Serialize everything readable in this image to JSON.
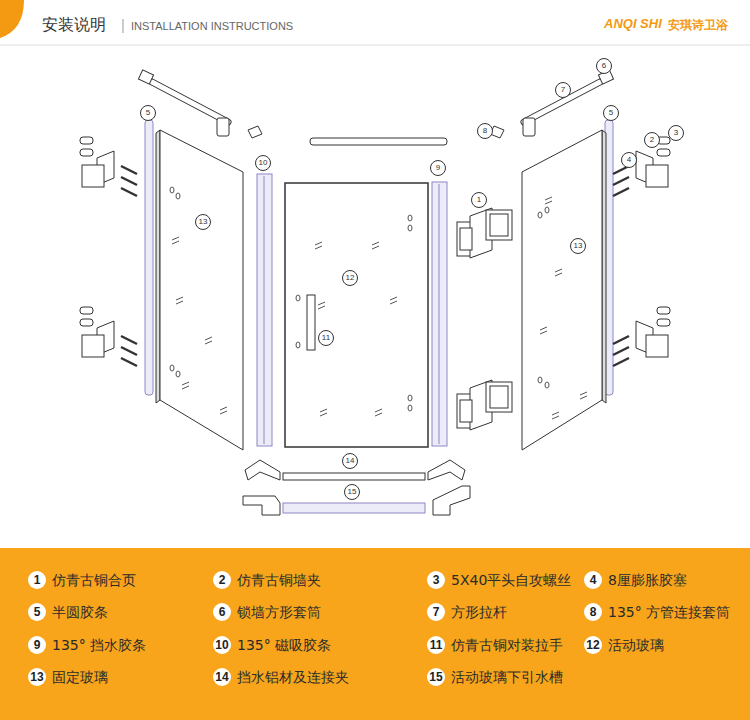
{
  "diagram": {
    "title": "安装说明",
    "labels": [
      "INSTALLATION INSTRUCTIONS",
      "ANQI SHI",
      "安琪诗卫浴",
      "6",
      "7",
      "5",
      "5",
      "8",
      "3",
      "2",
      "10",
      "9",
      "4",
      "1",
      "13",
      "13",
      "12",
      "11",
      "14",
      "15",
      "1",
      "仿青古铜合页",
      "2",
      "仿青古铜墙夹",
      "3",
      "5X40平头自攻螺丝",
      "4",
      "8厘膨胀胶塞",
      "5",
      "半圆胶条",
      "6",
      "锁墙方形套筒",
      "7",
      "方形拉杆",
      "8",
      "135° 方管连接套筒",
      "9",
      "135° 挡水胶条",
      "10",
      "135° 磁吸胶条",
      "11",
      "仿青古铜对装拉手",
      "12",
      "活动玻璃",
      "13",
      "固定玻璃",
      "14",
      "挡水铝材及连接夹",
      "15",
      "活动玻璃下引水槽"
    ]
  }
}
